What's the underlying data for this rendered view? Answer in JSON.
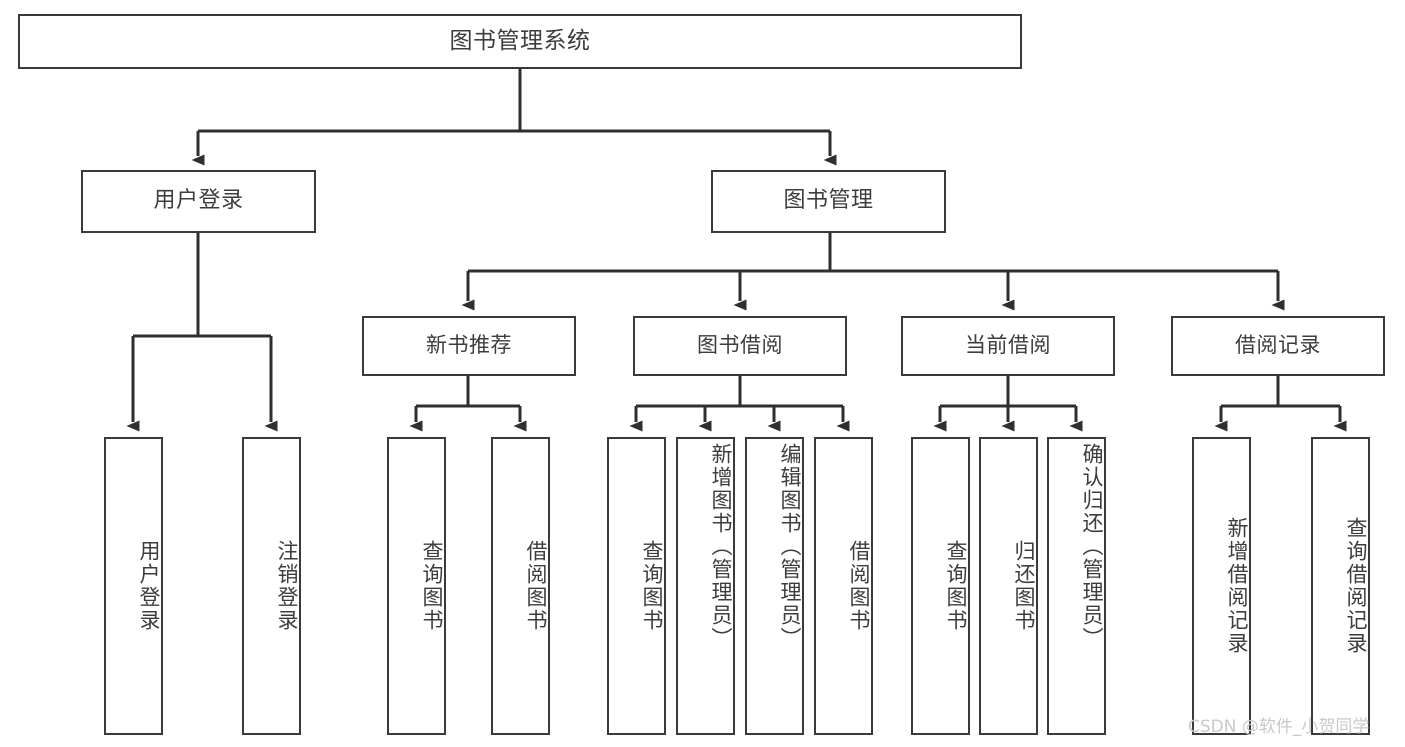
{
  "diagram": {
    "title": "图书管理系统",
    "type": "tree-hierarchy-diagram",
    "colors": {
      "box_border": "#3a3a3a",
      "box_fill": "#ffffff",
      "connector": "#2f2f2f",
      "text": "#3d3d3d",
      "watermark": "#c9c9c9",
      "background": "#ffffff"
    },
    "root": {
      "label": "图书管理系统"
    },
    "level2": [
      {
        "id": "user-login",
        "label": "用户登录"
      },
      {
        "id": "book-management",
        "label": "图书管理"
      }
    ],
    "level3": [
      {
        "id": "new-book-recommend",
        "label": "新书推荐"
      },
      {
        "id": "book-borrow",
        "label": "图书借阅"
      },
      {
        "id": "current-borrow",
        "label": "当前借阅"
      },
      {
        "id": "borrow-record",
        "label": "借阅记录"
      }
    ],
    "leaves": {
      "user_login": [
        {
          "id": "leaf-user-login",
          "label": "用户登录"
        },
        {
          "id": "leaf-logout-login",
          "label": "注销登录"
        }
      ],
      "new_book_recommend": [
        {
          "id": "leaf-query-book-1",
          "label": "查询图书"
        },
        {
          "id": "leaf-borrow-book-1",
          "label": "借阅图书"
        }
      ],
      "book_borrow": [
        {
          "id": "leaf-query-book-2",
          "label": "查询图书"
        },
        {
          "id": "leaf-add-book",
          "label": "新增图书（管理员）"
        },
        {
          "id": "leaf-edit-book",
          "label": "编辑图书（管理员）"
        },
        {
          "id": "leaf-borrow-book-2",
          "label": "借阅图书"
        }
      ],
      "current_borrow": [
        {
          "id": "leaf-query-book-3",
          "label": "查询图书"
        },
        {
          "id": "leaf-return-book",
          "label": "归还图书"
        },
        {
          "id": "leaf-confirm-return",
          "label": "确认归还（管理员）"
        }
      ],
      "borrow_record": [
        {
          "id": "leaf-add-record",
          "label": "新增借阅记录"
        },
        {
          "id": "leaf-query-record",
          "label": "查询借阅记录"
        }
      ]
    },
    "watermark": "CSDN @软件_小贺同学"
  }
}
